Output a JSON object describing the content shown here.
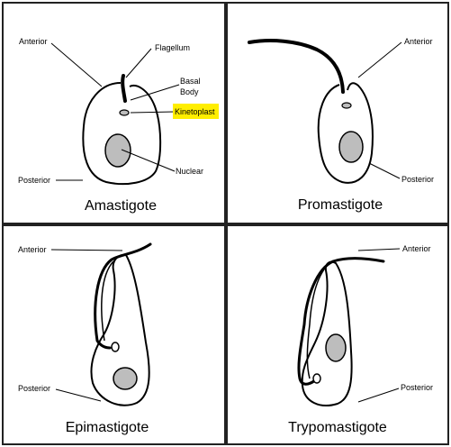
{
  "panels": [
    {
      "title": "Amastigote",
      "labels": {
        "anterior": "Anterior",
        "flagellum": "Flagellum",
        "basal_body_1": "Basal",
        "basal_body_2": "Body",
        "kinetoplast": "Kinetoplast",
        "nuclear": "Nuclear",
        "posterior": "Posterior"
      }
    },
    {
      "title": "Promastigote",
      "labels": {
        "anterior": "Anterior",
        "posterior": "Posterior"
      }
    },
    {
      "title": "Epimastigote",
      "labels": {
        "anterior": "Anterior",
        "posterior": "Posterior"
      }
    },
    {
      "title": "Trypomastigote",
      "labels": {
        "anterior": "Anterior",
        "posterior": "Posterior"
      }
    }
  ],
  "colors": {
    "nucleus": "#bdbdbd",
    "kinetoplast_highlight": "#ffee00",
    "border": "#222222",
    "background": "#ffffff"
  }
}
